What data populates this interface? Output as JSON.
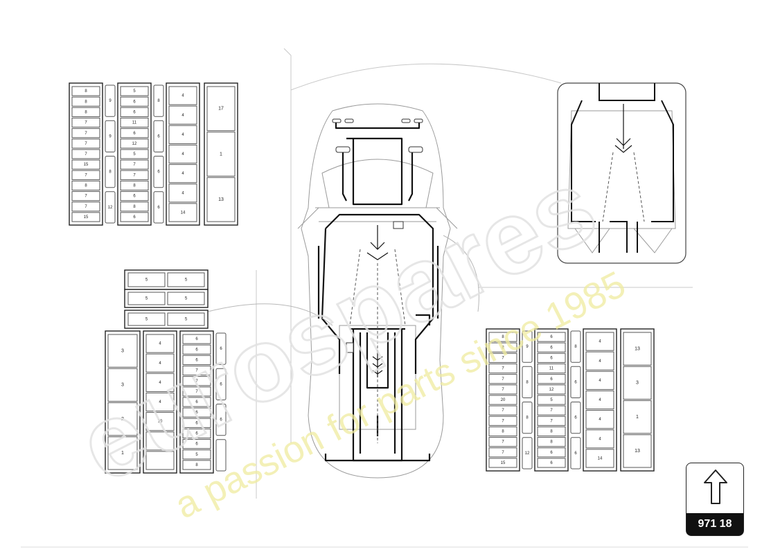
{
  "reference": {
    "code": "971 18",
    "icon": "up-arrow-icon"
  },
  "watermark": {
    "brand": "eurospares",
    "tagline": "a passion for parts since 1985"
  },
  "fuse_panels": {
    "top_left": [
      {
        "type": "column",
        "cells": [
          "8",
          "8",
          "8",
          "7",
          "7",
          "7",
          "7",
          "15",
          "7",
          "8",
          "7",
          "7",
          "15"
        ]
      },
      {
        "type": "strip",
        "cells": [
          "9",
          "9",
          "8",
          "12"
        ]
      },
      {
        "type": "column",
        "cells": [
          "5",
          "6",
          "6",
          "11",
          "6",
          "12",
          "5",
          "7",
          "7",
          "8",
          "6",
          "8",
          "6"
        ]
      },
      {
        "type": "strip",
        "cells": [
          "8",
          "6",
          "6",
          "6"
        ]
      },
      {
        "type": "column",
        "cells": [
          "4",
          "4",
          "4",
          "4",
          "4",
          "4",
          "14"
        ]
      },
      {
        "type": "relay",
        "cells": [
          "17",
          "1",
          "13"
        ]
      }
    ],
    "bottom_left_top": [
      {
        "type": "row",
        "cells": [
          "5",
          "5"
        ]
      },
      {
        "type": "row",
        "cells": [
          "5",
          "5"
        ]
      },
      {
        "type": "row",
        "cells": [
          "5",
          "5"
        ]
      }
    ],
    "bottom_left": [
      {
        "type": "relay",
        "cells": [
          "3",
          "3",
          "2",
          "1"
        ]
      },
      {
        "type": "column",
        "cells": [
          "4",
          "4",
          "4",
          "4",
          "10",
          "",
          ""
        ]
      },
      {
        "type": "column",
        "cells": [
          "6",
          "6",
          "6",
          "7",
          "7",
          "7",
          "6",
          "6",
          "6",
          "6",
          "6",
          "5",
          "8"
        ]
      },
      {
        "type": "strip",
        "cells": [
          "6",
          "6",
          "6",
          ""
        ]
      }
    ],
    "bottom_right": [
      {
        "type": "column",
        "cells": [
          "8",
          "8",
          "7",
          "7",
          "7",
          "7",
          "20",
          "7",
          "7",
          "8",
          "7",
          "7",
          "15"
        ]
      },
      {
        "type": "strip",
        "cells": [
          "9",
          "8",
          "8",
          "12"
        ]
      },
      {
        "type": "column",
        "cells": [
          "6",
          "6",
          "6",
          "11",
          "6",
          "12",
          "5",
          "7",
          "7",
          "8",
          "8",
          "6",
          "6"
        ]
      },
      {
        "type": "strip",
        "cells": [
          "8",
          "6",
          "6",
          "6"
        ]
      },
      {
        "type": "column",
        "cells": [
          "4",
          "4",
          "4",
          "4",
          "4",
          "4",
          "14"
        ]
      },
      {
        "type": "relay",
        "cells": [
          "13",
          "3",
          "1",
          "13"
        ]
      }
    ]
  }
}
